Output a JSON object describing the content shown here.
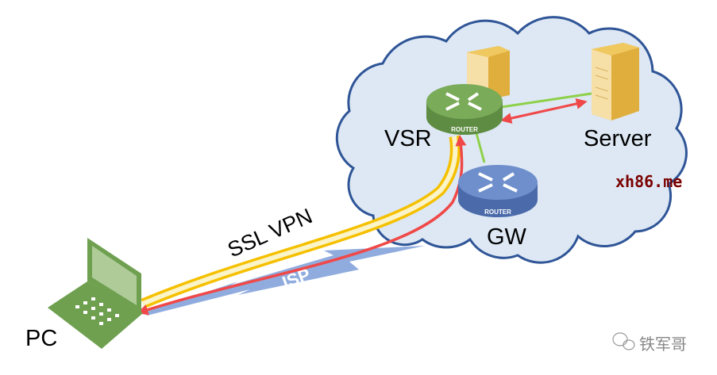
{
  "labels": {
    "vsr": "VSR",
    "server": "Server",
    "gw": "GW",
    "pc": "PC",
    "ssl_vpn": "SSL VPN",
    "isp": "ISP",
    "router_vsr": "ROUTER",
    "router_gw": "ROUTER"
  },
  "watermarks": {
    "site": "xh86.me",
    "author": "铁军哥"
  },
  "colors": {
    "cloud_fill": "#dde8f4",
    "cloud_stroke": "#2f5597",
    "vsr_router": "#6fa050",
    "gw_router": "#5b7fbf",
    "ssl_tunnel": "#f5c000",
    "traffic_arrow": "#f04848",
    "link": "#8ed04a",
    "isp": "#8aa8dc",
    "site_watermark": "#7a0000"
  }
}
